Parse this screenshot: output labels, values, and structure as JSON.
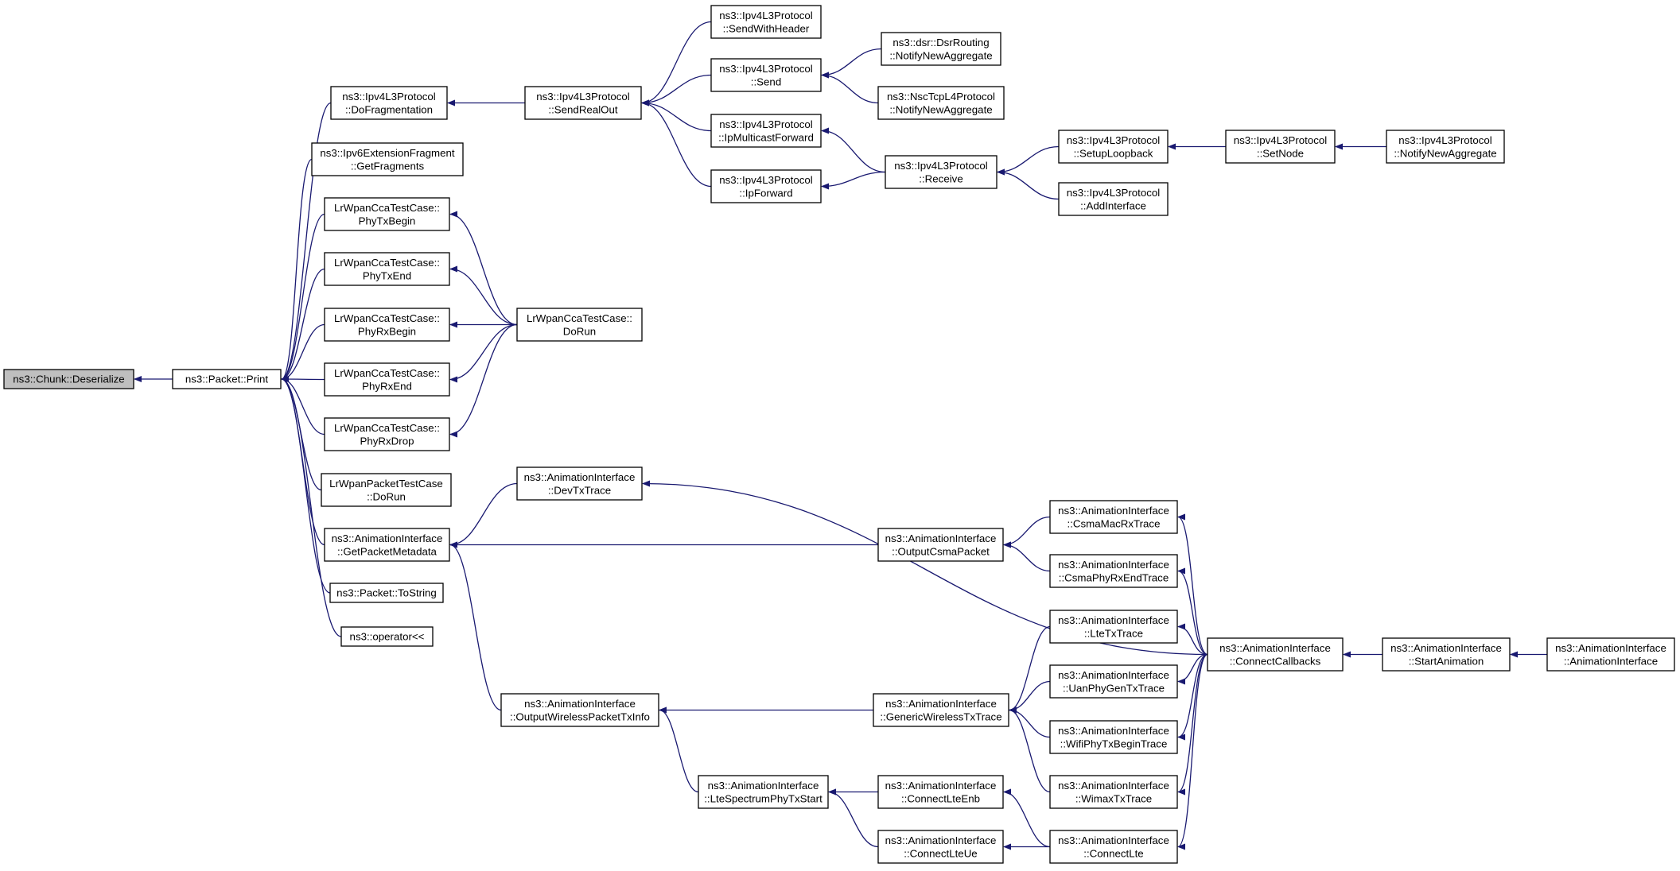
{
  "colors": {
    "node_fill": "#ffffff",
    "root_fill": "#bfbfbf",
    "edge": "#191970",
    "arrowhead": "#191970",
    "text": "#000000"
  },
  "nodes": [
    {
      "id": "n0",
      "lines": [
        "ns3::Chunk::Deserialize"
      ],
      "root": true
    },
    {
      "id": "n1",
      "lines": [
        "ns3::Packet::Print"
      ]
    },
    {
      "id": "n2",
      "lines": [
        "ns3::Ipv4L3Protocol",
        "::DoFragmentation"
      ]
    },
    {
      "id": "n3",
      "lines": [
        "ns3::Ipv6ExtensionFragment",
        "::GetFragments"
      ]
    },
    {
      "id": "n4",
      "lines": [
        "LrWpanCcaTestCase::",
        "PhyTxBegin"
      ]
    },
    {
      "id": "n5",
      "lines": [
        "LrWpanCcaTestCase::",
        "PhyTxEnd"
      ]
    },
    {
      "id": "n6",
      "lines": [
        "LrWpanCcaTestCase::",
        "PhyRxBegin"
      ]
    },
    {
      "id": "n7",
      "lines": [
        "LrWpanCcaTestCase::",
        "PhyRxEnd"
      ]
    },
    {
      "id": "n8",
      "lines": [
        "LrWpanCcaTestCase::",
        "PhyRxDrop"
      ]
    },
    {
      "id": "n9",
      "lines": [
        "LrWpanPacketTestCase",
        "::DoRun"
      ]
    },
    {
      "id": "n10",
      "lines": [
        "ns3::AnimationInterface",
        "::GetPacketMetadata"
      ]
    },
    {
      "id": "n11",
      "lines": [
        "ns3::Packet::ToString"
      ]
    },
    {
      "id": "n12",
      "lines": [
        "ns3::operator<<"
      ]
    },
    {
      "id": "n13",
      "lines": [
        "ns3::Ipv4L3Protocol",
        "::SendRealOut"
      ]
    },
    {
      "id": "n14",
      "lines": [
        "LrWpanCcaTestCase::",
        "DoRun"
      ]
    },
    {
      "id": "n15",
      "lines": [
        "ns3::AnimationInterface",
        "::DevTxTrace"
      ]
    },
    {
      "id": "n16",
      "lines": [
        "ns3::AnimationInterface",
        "::OutputWirelessPacketTxInfo"
      ]
    },
    {
      "id": "n17",
      "lines": [
        "ns3::Ipv4L3Protocol",
        "::SendWithHeader"
      ]
    },
    {
      "id": "n18",
      "lines": [
        "ns3::Ipv4L3Protocol",
        "::Send"
      ]
    },
    {
      "id": "n19",
      "lines": [
        "ns3::Ipv4L3Protocol",
        "::IpMulticastForward"
      ]
    },
    {
      "id": "n20",
      "lines": [
        "ns3::Ipv4L3Protocol",
        "::IpForward"
      ]
    },
    {
      "id": "n21",
      "lines": [
        "ns3::AnimationInterface",
        "::LteSpectrumPhyTxStart"
      ]
    },
    {
      "id": "n22",
      "lines": [
        "ns3::dsr::DsrRouting",
        "::NotifyNewAggregate"
      ]
    },
    {
      "id": "n23",
      "lines": [
        "ns3::NscTcpL4Protocol",
        "::NotifyNewAggregate"
      ]
    },
    {
      "id": "n24",
      "lines": [
        "ns3::Ipv4L3Protocol",
        "::Receive"
      ]
    },
    {
      "id": "n25",
      "lines": [
        "ns3::AnimationInterface",
        "::OutputCsmaPacket"
      ]
    },
    {
      "id": "n26",
      "lines": [
        "ns3::AnimationInterface",
        "::GenericWirelessTxTrace"
      ]
    },
    {
      "id": "n27",
      "lines": [
        "ns3::AnimationInterface",
        "::ConnectLteEnb"
      ]
    },
    {
      "id": "n28",
      "lines": [
        "ns3::AnimationInterface",
        "::ConnectLteUe"
      ]
    },
    {
      "id": "n29",
      "lines": [
        "ns3::Ipv4L3Protocol",
        "::SetupLoopback"
      ]
    },
    {
      "id": "n30",
      "lines": [
        "ns3::Ipv4L3Protocol",
        "::AddInterface"
      ]
    },
    {
      "id": "n31",
      "lines": [
        "ns3::AnimationInterface",
        "::CsmaMacRxTrace"
      ]
    },
    {
      "id": "n32",
      "lines": [
        "ns3::AnimationInterface",
        "::CsmaPhyRxEndTrace"
      ]
    },
    {
      "id": "n33",
      "lines": [
        "ns3::AnimationInterface",
        "::LteTxTrace"
      ]
    },
    {
      "id": "n34",
      "lines": [
        "ns3::AnimationInterface",
        "::UanPhyGenTxTrace"
      ]
    },
    {
      "id": "n35",
      "lines": [
        "ns3::AnimationInterface",
        "::WifiPhyTxBeginTrace"
      ]
    },
    {
      "id": "n36",
      "lines": [
        "ns3::AnimationInterface",
        "::WimaxTxTrace"
      ]
    },
    {
      "id": "n37",
      "lines": [
        "ns3::AnimationInterface",
        "::ConnectLte"
      ]
    },
    {
      "id": "n38",
      "lines": [
        "ns3::Ipv4L3Protocol",
        "::SetNode"
      ]
    },
    {
      "id": "n39",
      "lines": [
        "ns3::AnimationInterface",
        "::ConnectCallbacks"
      ]
    },
    {
      "id": "n40",
      "lines": [
        "ns3::Ipv4L3Protocol",
        "::NotifyNewAggregate"
      ]
    },
    {
      "id": "n41",
      "lines": [
        "ns3::AnimationInterface",
        "::StartAnimation"
      ]
    },
    {
      "id": "n42",
      "lines": [
        "ns3::AnimationInterface",
        "::AnimationInterface"
      ]
    }
  ],
  "edges": [
    [
      "n1",
      "n0"
    ],
    [
      "n2",
      "n1"
    ],
    [
      "n3",
      "n1"
    ],
    [
      "n4",
      "n1"
    ],
    [
      "n5",
      "n1"
    ],
    [
      "n6",
      "n1"
    ],
    [
      "n7",
      "n1"
    ],
    [
      "n8",
      "n1"
    ],
    [
      "n9",
      "n1"
    ],
    [
      "n10",
      "n1"
    ],
    [
      "n11",
      "n1"
    ],
    [
      "n12",
      "n1"
    ],
    [
      "n13",
      "n2"
    ],
    [
      "n14",
      "n4"
    ],
    [
      "n14",
      "n5"
    ],
    [
      "n14",
      "n6"
    ],
    [
      "n14",
      "n7"
    ],
    [
      "n14",
      "n8"
    ],
    [
      "n15",
      "n10"
    ],
    [
      "n25",
      "n10"
    ],
    [
      "n16",
      "n10"
    ],
    [
      "n17",
      "n13"
    ],
    [
      "n18",
      "n13"
    ],
    [
      "n19",
      "n13"
    ],
    [
      "n20",
      "n13"
    ],
    [
      "n22",
      "n18"
    ],
    [
      "n23",
      "n18"
    ],
    [
      "n24",
      "n19"
    ],
    [
      "n24",
      "n20"
    ],
    [
      "n29",
      "n24"
    ],
    [
      "n30",
      "n24"
    ],
    [
      "n38",
      "n29"
    ],
    [
      "n40",
      "n38"
    ],
    [
      "n39",
      "n15"
    ],
    [
      "n31",
      "n25"
    ],
    [
      "n32",
      "n25"
    ],
    [
      "n39",
      "n31"
    ],
    [
      "n39",
      "n32"
    ],
    [
      "n26",
      "n16"
    ],
    [
      "n21",
      "n16"
    ],
    [
      "n33",
      "n26"
    ],
    [
      "n34",
      "n26"
    ],
    [
      "n35",
      "n26"
    ],
    [
      "n36",
      "n26"
    ],
    [
      "n39",
      "n33"
    ],
    [
      "n39",
      "n34"
    ],
    [
      "n39",
      "n35"
    ],
    [
      "n39",
      "n36"
    ],
    [
      "n27",
      "n21"
    ],
    [
      "n28",
      "n21"
    ],
    [
      "n37",
      "n27"
    ],
    [
      "n37",
      "n28"
    ],
    [
      "n39",
      "n37"
    ],
    [
      "n41",
      "n39"
    ],
    [
      "n42",
      "n41"
    ]
  ]
}
